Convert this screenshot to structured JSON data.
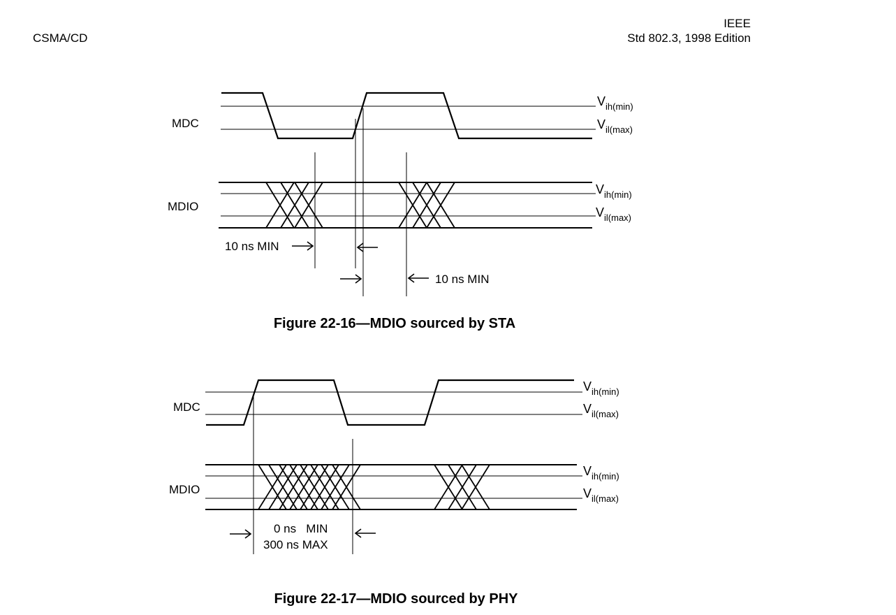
{
  "header": {
    "left": "CSMA/CD",
    "right_line1": "IEEE",
    "right_line2": "Std 802.3, 1998 Edition"
  },
  "figure1": {
    "mdc_label": "MDC",
    "mdio_label": "MDIO",
    "v_ih": {
      "main": "V",
      "sub": "ih(min)"
    },
    "v_il": {
      "main": "V",
      "sub": "il(max)"
    },
    "setup_label": "10 ns MIN",
    "hold_label": "10 ns MIN",
    "caption": "Figure 22-16—MDIO sourced by STA"
  },
  "figure2": {
    "mdc_label": "MDC",
    "mdio_label": "MDIO",
    "v_ih": {
      "main": "V",
      "sub": "ih(min)"
    },
    "v_il": {
      "main": "V",
      "sub": "il(max)"
    },
    "delay_min_label": "0 ns   MIN",
    "delay_max_label": "300 ns MAX",
    "caption": "Figure 22-17—MDIO sourced by PHY"
  }
}
